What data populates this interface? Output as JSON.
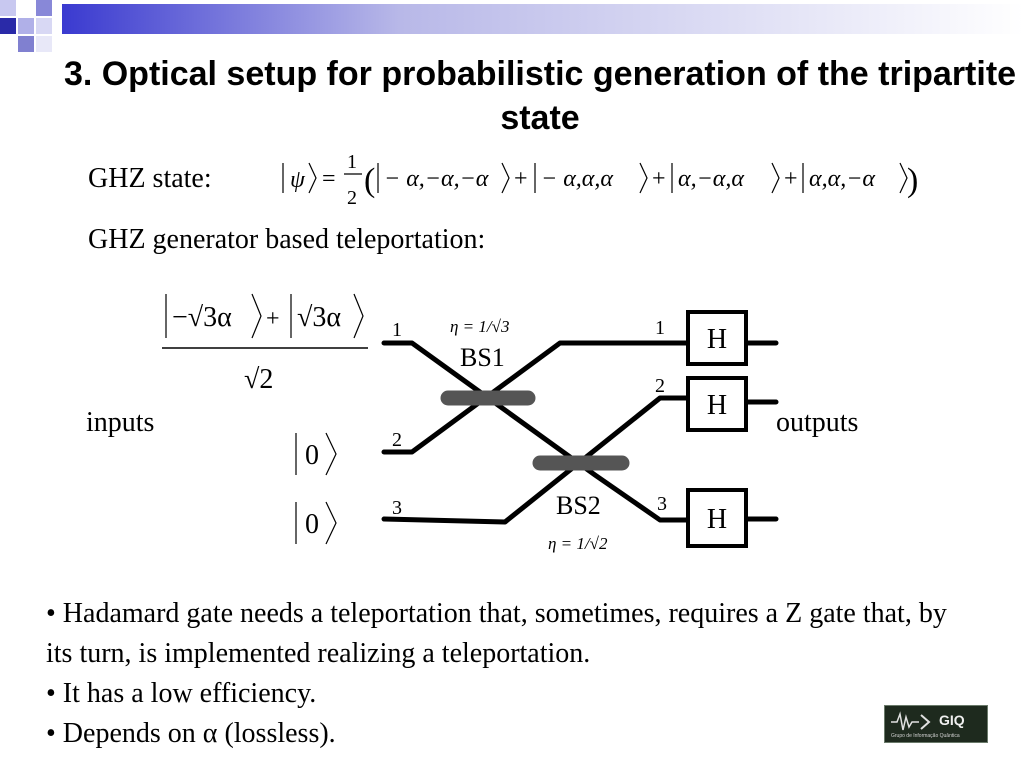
{
  "title": "3. Optical setup for probabilistic generation of the tripartite state",
  "ghz_label": "GHZ state:",
  "ghz_generator_label": "GHZ generator based teleportation:",
  "equation": {
    "psi": "ψ",
    "equals": "=",
    "fraction_num": "1",
    "fraction_den": "2",
    "term1": "− α,−α,−α",
    "term2": "− α,α,α",
    "term3": "α,−α,α",
    "term4": "α,α,−α",
    "plus": "+"
  },
  "input_state": {
    "numerator_left": "−√3α",
    "numerator_right": "√3α",
    "plus": "+",
    "denominator": "√2"
  },
  "inputs_label": "inputs",
  "outputs_label": "outputs",
  "vacuum_ket": "0",
  "ports": {
    "in1": "1",
    "in2": "2",
    "in3": "3",
    "out1": "1",
    "out2": "2",
    "out3": "3"
  },
  "beam_splitters": {
    "bs1_label": "BS1",
    "bs1_eta": "η = 1/√3",
    "bs2_label": "BS2",
    "bs2_eta": "η = 1/√2"
  },
  "hadamard_label": "H",
  "bullets": [
    "• Hadamard gate needs a teleportation that, sometimes, requires a Z gate that, by its turn, is implemented realizing a teleportation.",
    "• It has a low efficiency.",
    "• Depends on α (lossless)."
  ],
  "logo": {
    "text": "GIQ",
    "subtext": "Grupo de Informação Quântica"
  },
  "colors": {
    "header_accent": "#3a3ad0",
    "header_light": "#b8b8e8",
    "beam_splitter": "#555555"
  }
}
